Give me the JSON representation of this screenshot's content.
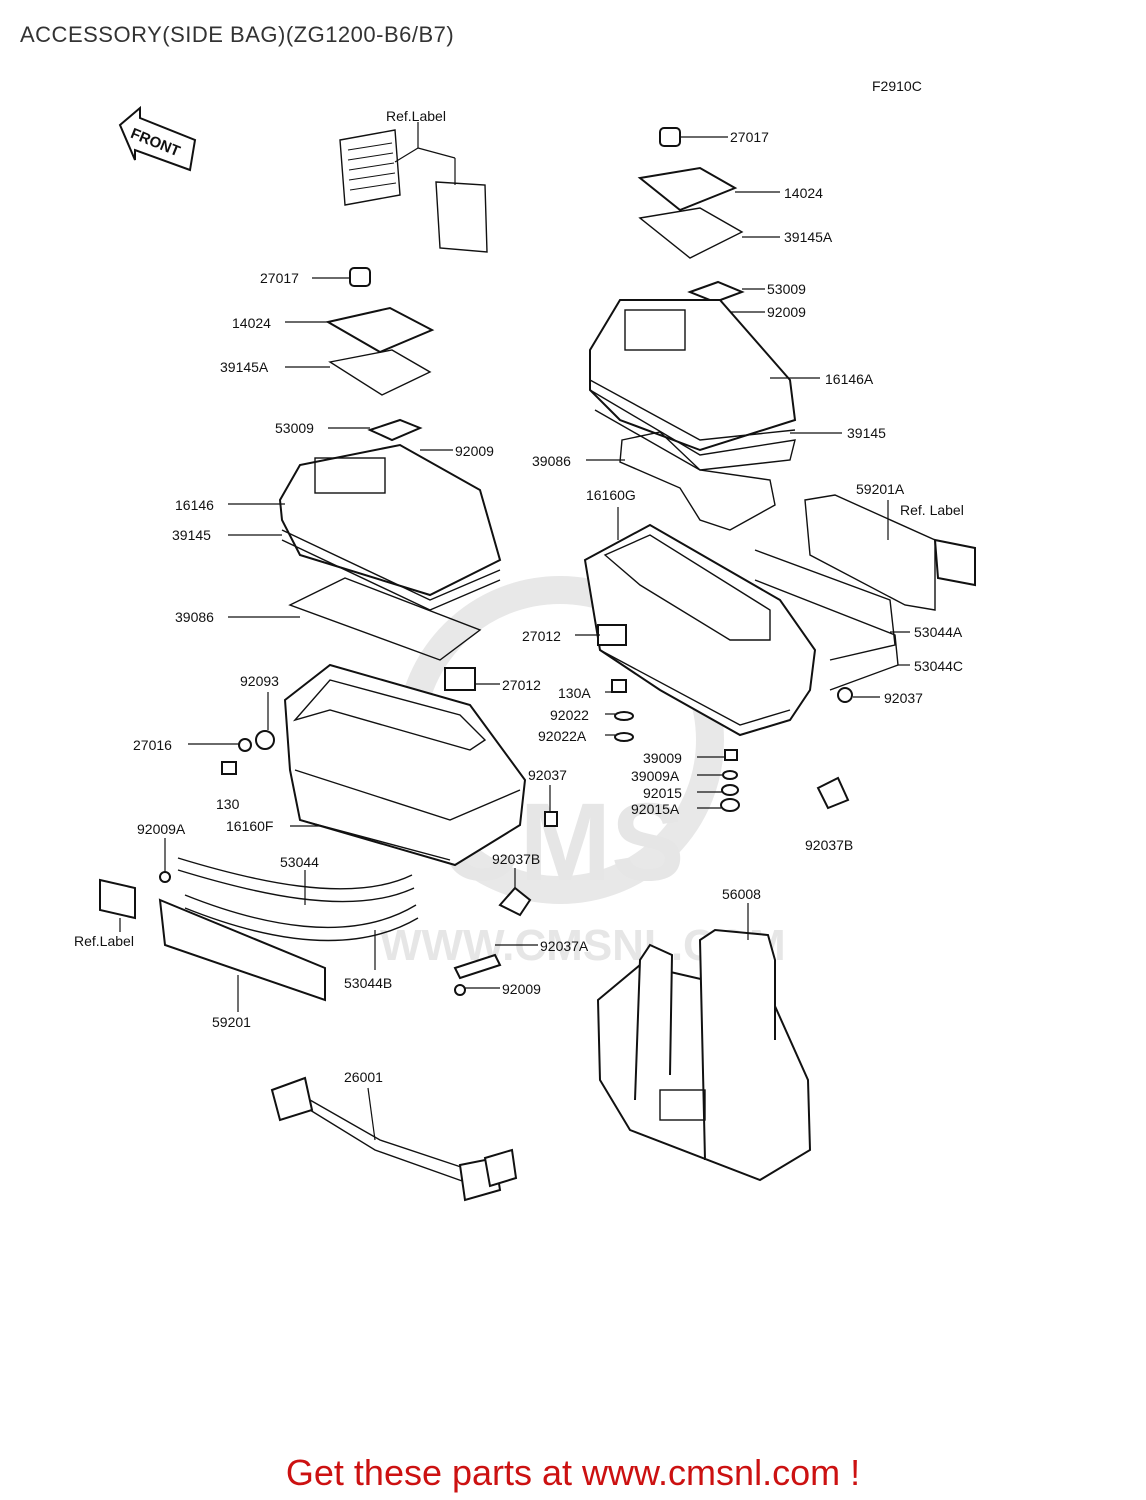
{
  "header": {
    "title": "ACCESSORY(SIDE BAG)(ZG1200-B6/B7)",
    "diagram_code": "F2910C"
  },
  "front_arrow": {
    "label": "FRONT"
  },
  "labels": [
    {
      "id": "ref-label-top",
      "text": "Ref.Label"
    },
    {
      "id": "27017-r",
      "text": "27017"
    },
    {
      "id": "14024-r",
      "text": "14024"
    },
    {
      "id": "39145A-r",
      "text": "39145A"
    },
    {
      "id": "53009-r",
      "text": "53009"
    },
    {
      "id": "92009-r",
      "text": "92009"
    },
    {
      "id": "16146A",
      "text": "16146A"
    },
    {
      "id": "39145-r",
      "text": "39145"
    },
    {
      "id": "39086-r",
      "text": "39086"
    },
    {
      "id": "16160G",
      "text": "16160G"
    },
    {
      "id": "59201A",
      "text": "59201A"
    },
    {
      "id": "ref-label-right",
      "text": "Ref. Label"
    },
    {
      "id": "27012-r",
      "text": "27012"
    },
    {
      "id": "53044A",
      "text": "53044A"
    },
    {
      "id": "53044C",
      "text": "53044C"
    },
    {
      "id": "130A",
      "text": "130A"
    },
    {
      "id": "92037-r",
      "text": "92037"
    },
    {
      "id": "92022",
      "text": "92022"
    },
    {
      "id": "92022A",
      "text": "92022A"
    },
    {
      "id": "39009",
      "text": "39009"
    },
    {
      "id": "39009A",
      "text": "39009A"
    },
    {
      "id": "92015",
      "text": "92015"
    },
    {
      "id": "92015A",
      "text": "92015A"
    },
    {
      "id": "92037B-r",
      "text": "92037B"
    },
    {
      "id": "27017-l",
      "text": "27017"
    },
    {
      "id": "14024-l",
      "text": "14024"
    },
    {
      "id": "39145A-l",
      "text": "39145A"
    },
    {
      "id": "53009-l",
      "text": "53009"
    },
    {
      "id": "92009-l",
      "text": "92009"
    },
    {
      "id": "16146",
      "text": "16146"
    },
    {
      "id": "39145-l",
      "text": "39145"
    },
    {
      "id": "39086-l",
      "text": "39086"
    },
    {
      "id": "92093",
      "text": "92093"
    },
    {
      "id": "27012-l",
      "text": "27012"
    },
    {
      "id": "27016",
      "text": "27016"
    },
    {
      "id": "130",
      "text": "130"
    },
    {
      "id": "92037-l",
      "text": "92037"
    },
    {
      "id": "16160F",
      "text": "16160F"
    },
    {
      "id": "92009A",
      "text": "92009A"
    },
    {
      "id": "53044",
      "text": "53044"
    },
    {
      "id": "92037B-l",
      "text": "92037B"
    },
    {
      "id": "56008",
      "text": "56008"
    },
    {
      "id": "ref-label-left",
      "text": "Ref.Label"
    },
    {
      "id": "92037A",
      "text": "92037A"
    },
    {
      "id": "53044B",
      "text": "53044B"
    },
    {
      "id": "92009-b",
      "text": "92009"
    },
    {
      "id": "59201",
      "text": "59201"
    },
    {
      "id": "26001",
      "text": "26001"
    }
  ],
  "watermark": {
    "brand": "CMS",
    "url": "WWW.CMSNL.COM"
  },
  "footer": {
    "link_text": "Get these parts at www.cmsnl.com !"
  }
}
